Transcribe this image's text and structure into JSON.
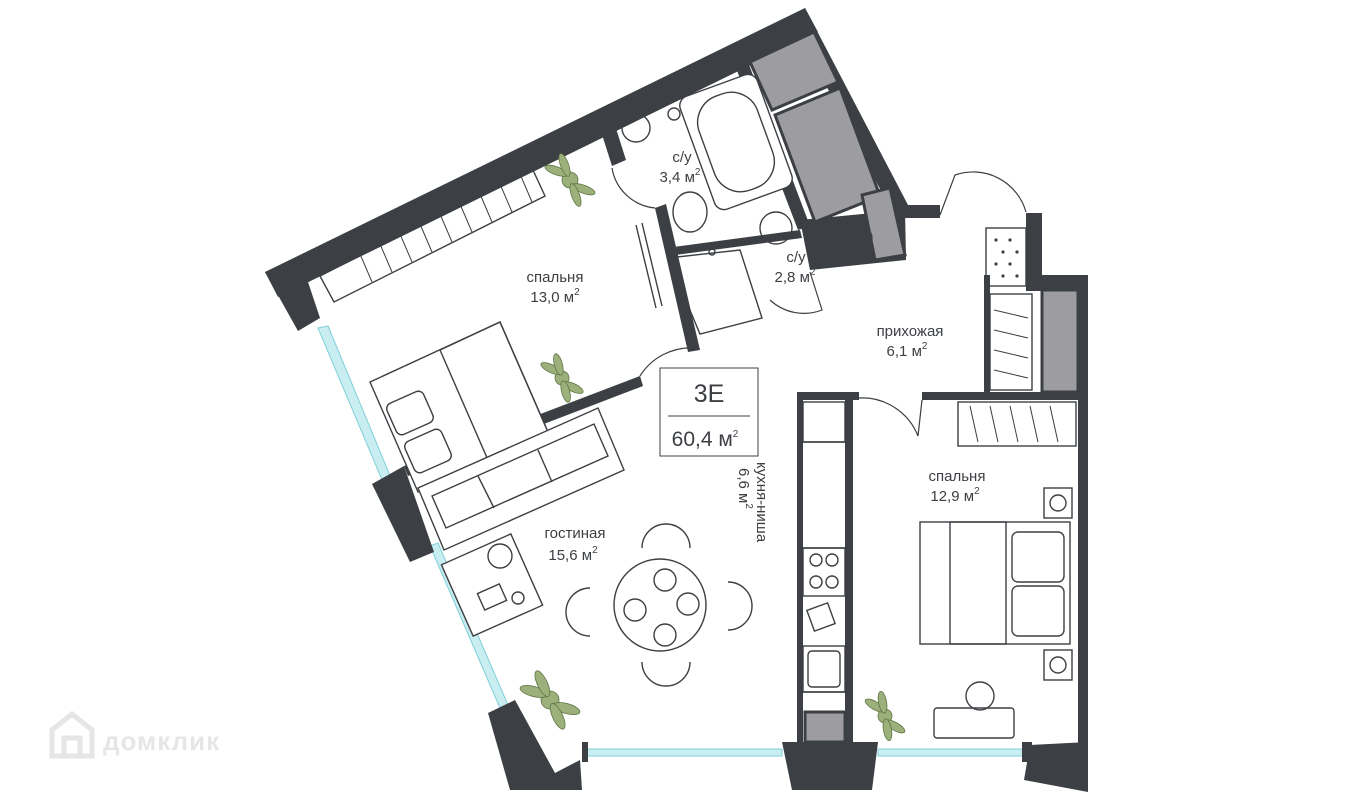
{
  "apartment": {
    "code": "3E",
    "total_area": "60,4 м",
    "area_unit_sup": "2"
  },
  "rooms": {
    "bathroom1": {
      "name": "с/у",
      "area": "3,4 м"
    },
    "bathroom2": {
      "name": "с/у",
      "area": "2,8 м"
    },
    "bedroom1": {
      "name": "спальня",
      "area": "13,0 м"
    },
    "hallway": {
      "name": "прихожая",
      "area": "6,1 м"
    },
    "bedroom2": {
      "name": "спальня",
      "area": "12,9 м"
    },
    "living": {
      "name": "гостиная",
      "area": "15,6 м"
    },
    "kitchen": {
      "name": "кухня-ниша",
      "area": "6,6 м"
    }
  },
  "watermark": {
    "text": "домклик"
  },
  "colors": {
    "wall": "#3c3f43",
    "closet": "#9c9ca1",
    "glass": "#c9eef2",
    "plant": "#9bb07a"
  }
}
